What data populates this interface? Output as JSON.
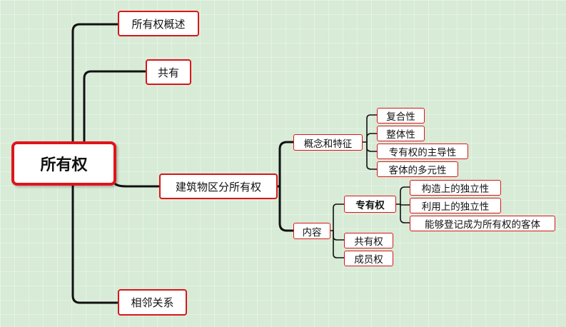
{
  "mindmap": {
    "root": "所有权",
    "branches": [
      "所有权概述",
      "共有",
      "建筑物区分所有权",
      "相邻关系"
    ],
    "building": {
      "concept": {
        "label": "概念和特征",
        "items": [
          "复合性",
          "整体性",
          "专有权的主导性",
          "客体的多元性"
        ]
      },
      "content": {
        "label": "内容",
        "exclusive": {
          "label": "专有权",
          "items": [
            "构造上的独立性",
            "利用上的独立性",
            "能够登记成为所有权的客体"
          ]
        },
        "others": [
          "共有权",
          "成员权"
        ]
      }
    },
    "colors": {
      "node_border": "#d9161b",
      "line": "#111111",
      "background": "#d7ebd6"
    }
  }
}
